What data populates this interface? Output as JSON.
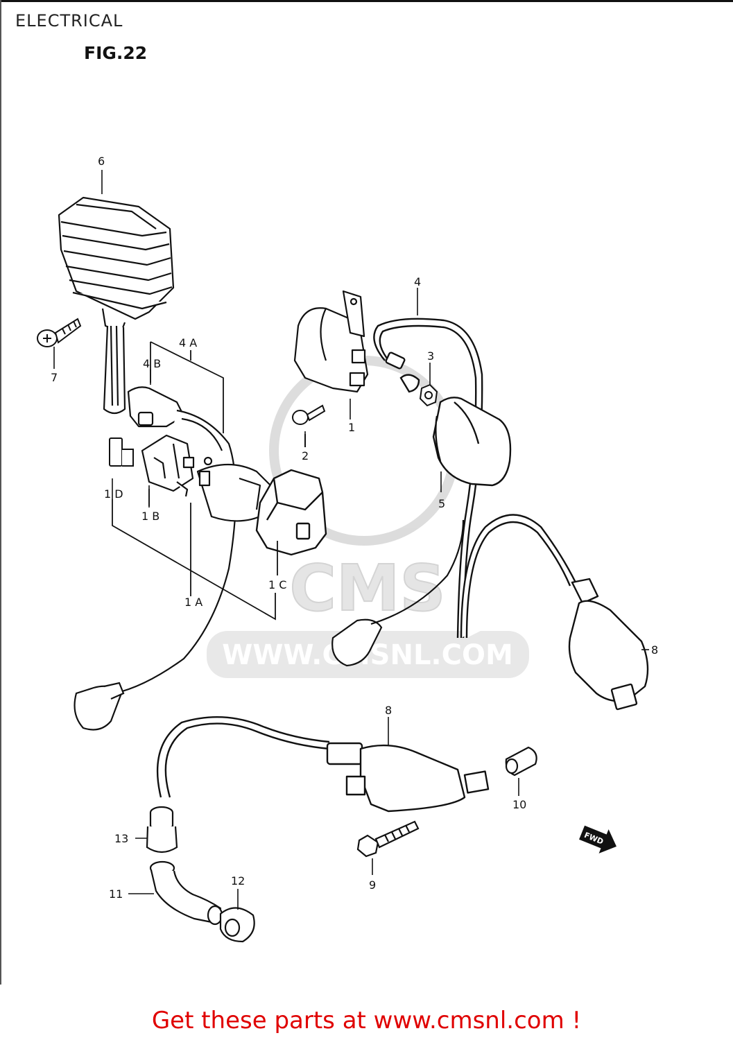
{
  "header": {
    "section": "ELECTRICAL",
    "figure": "FIG.22"
  },
  "callouts": {
    "c6": "6",
    "c7": "7",
    "c4a": "4 A",
    "c4b": "4 B",
    "c1d": "1 D",
    "c1b": "1 B",
    "c1a": "1 A",
    "c1c": "1 C",
    "c4": "4",
    "c3": "3",
    "c1": "1",
    "c2": "2",
    "c5": "5",
    "c8a": "8",
    "c8b": "8",
    "c10": "10",
    "c9": "9",
    "c13": "13",
    "c11": "11",
    "c12": "12"
  },
  "fwd_badge": "FWD",
  "watermark": {
    "logo": "CMS",
    "url": "WWW.CMSNL.COM"
  },
  "footer": {
    "promo": "Get these parts at www.cmsnl.com !"
  },
  "colors": {
    "line": "#111111",
    "footer_text": "#e00000",
    "watermark": "#d9d9d9"
  }
}
